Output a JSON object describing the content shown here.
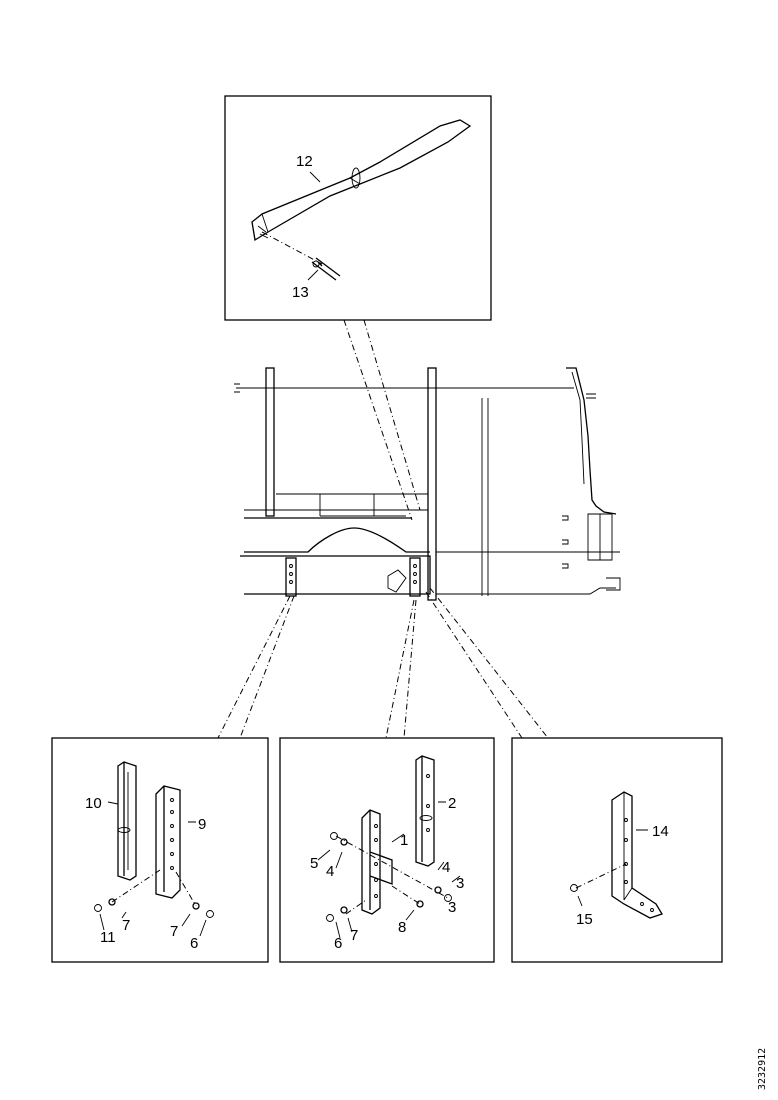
{
  "detail_top": {
    "labels": [
      "12",
      "13"
    ]
  },
  "detail_left": {
    "labels": [
      "10",
      "9",
      "11",
      "7",
      "7",
      "6"
    ]
  },
  "detail_middle": {
    "labels": [
      "2",
      "1",
      "5",
      "4",
      "4",
      "3",
      "8",
      "6",
      "7",
      "3"
    ]
  },
  "detail_right": {
    "labels": [
      "14",
      "15"
    ]
  },
  "drawing_ref": "3232912"
}
